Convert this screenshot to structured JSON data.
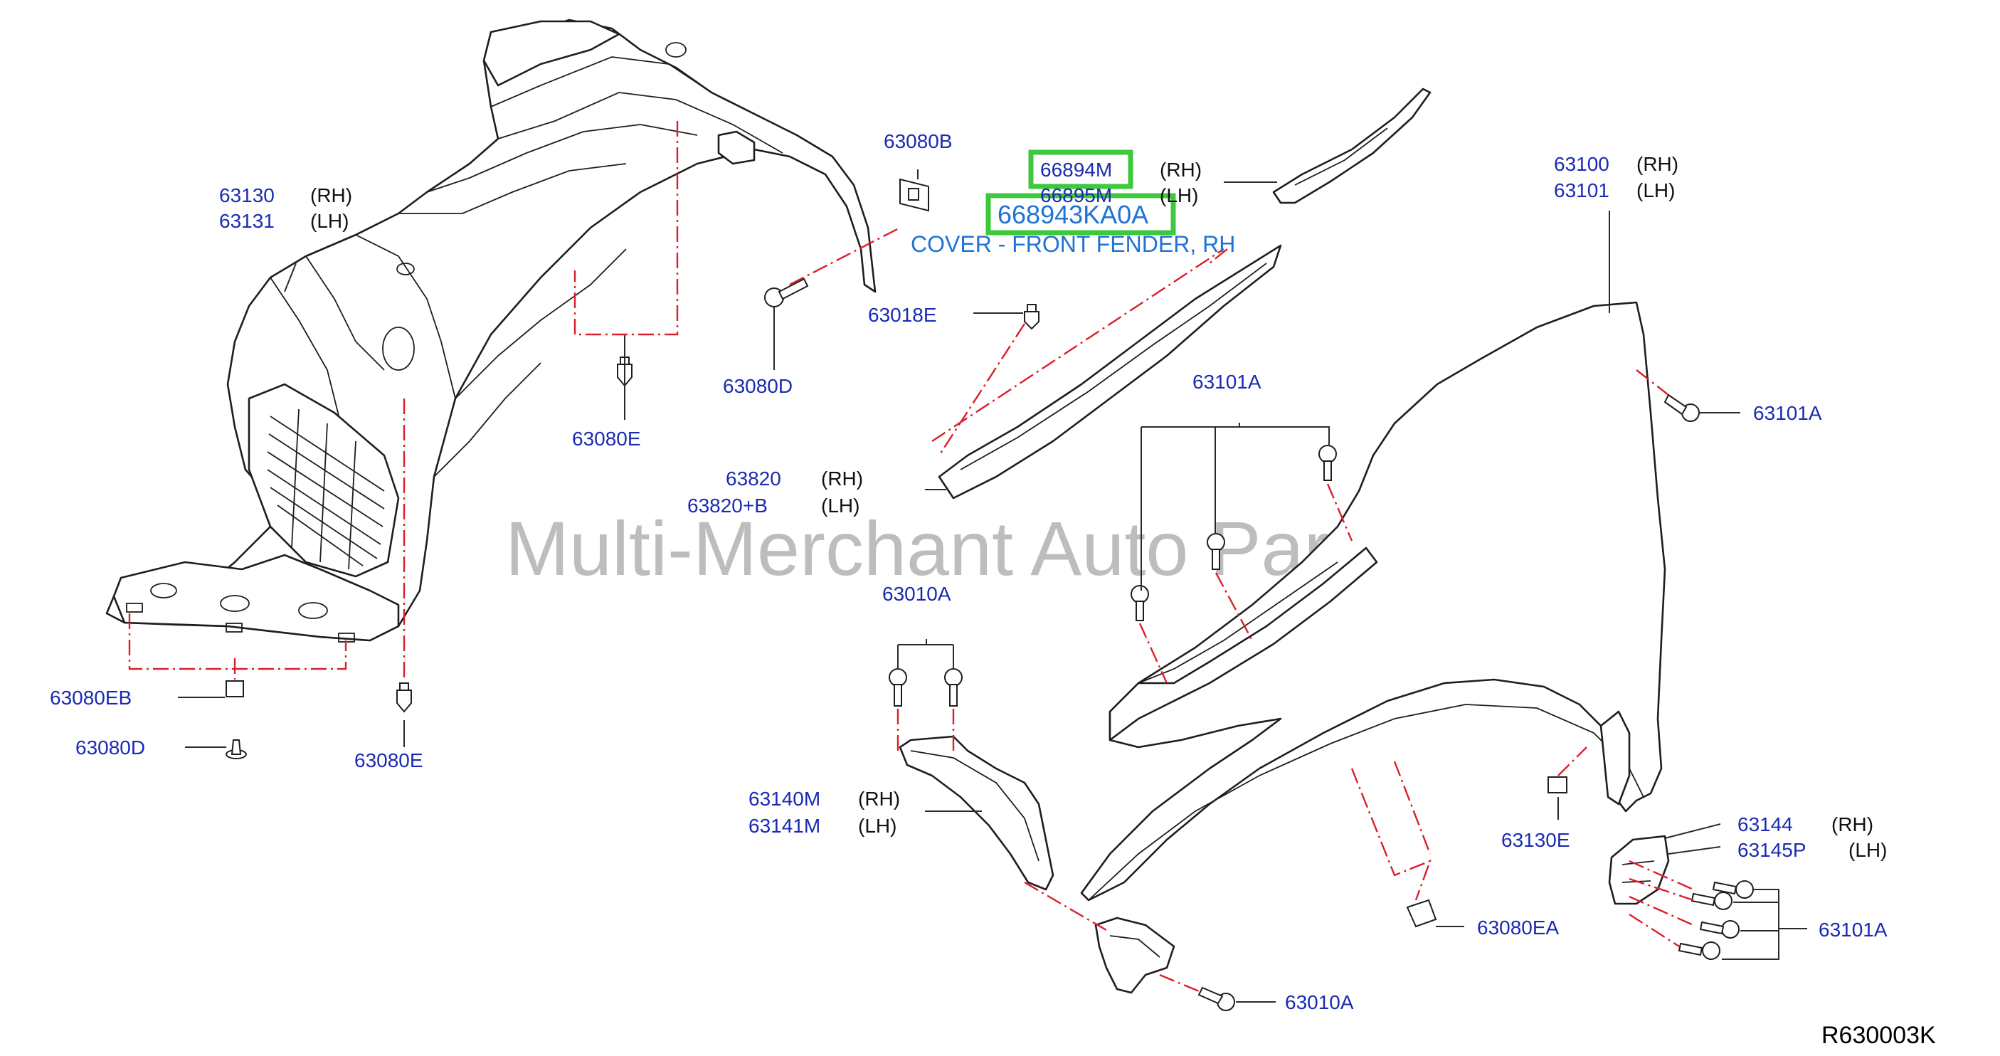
{
  "watermark": "Multi-Merchant Auto Partstore",
  "diagram_ref": "R630003K",
  "highlight": {
    "part_number": "668943KA0A",
    "description": "COVER - FRONT FENDER, RH"
  },
  "callouts": [
    {
      "id": "p63130",
      "number": "63130",
      "side": "(RH)"
    },
    {
      "id": "p63131",
      "number": "63131",
      "side": "(LH)"
    },
    {
      "id": "p63080B",
      "number": "63080B",
      "side": ""
    },
    {
      "id": "p66894M",
      "number": "66894M",
      "side": "(RH)"
    },
    {
      "id": "p66895M",
      "number": "66895M",
      "side": "(LH)"
    },
    {
      "id": "p63100",
      "number": "63100",
      "side": "(RH)"
    },
    {
      "id": "p63101",
      "number": "63101",
      "side": "(LH)"
    },
    {
      "id": "p63018E",
      "number": "63018E",
      "side": ""
    },
    {
      "id": "p63080D_top",
      "number": "63080D",
      "side": ""
    },
    {
      "id": "p63080E_top",
      "number": "63080E",
      "side": ""
    },
    {
      "id": "p63101A_top",
      "number": "63101A",
      "side": ""
    },
    {
      "id": "p63101A_right",
      "number": "63101A",
      "side": ""
    },
    {
      "id": "p63820",
      "number": "63820",
      "side": "(RH)"
    },
    {
      "id": "p63820B",
      "number": "63820+B",
      "side": "(LH)"
    },
    {
      "id": "p63010A_mid",
      "number": "63010A",
      "side": ""
    },
    {
      "id": "p63080EB",
      "number": "63080EB",
      "side": ""
    },
    {
      "id": "p63080D_bot",
      "number": "63080D",
      "side": ""
    },
    {
      "id": "p63080E_bot",
      "number": "63080E",
      "side": ""
    },
    {
      "id": "p63140M",
      "number": "63140M",
      "side": "(RH)"
    },
    {
      "id": "p63141M",
      "number": "63141M",
      "side": "(LH)"
    },
    {
      "id": "p63130E",
      "number": "63130E",
      "side": ""
    },
    {
      "id": "p63144",
      "number": "63144",
      "side": "(RH)"
    },
    {
      "id": "p63145P",
      "number": "63145P",
      "side": "(LH)"
    },
    {
      "id": "p63101A_bot",
      "number": "63101A",
      "side": ""
    },
    {
      "id": "p63080EA",
      "number": "63080EA",
      "side": ""
    },
    {
      "id": "p63010A_bot",
      "number": "63010A",
      "side": ""
    }
  ]
}
